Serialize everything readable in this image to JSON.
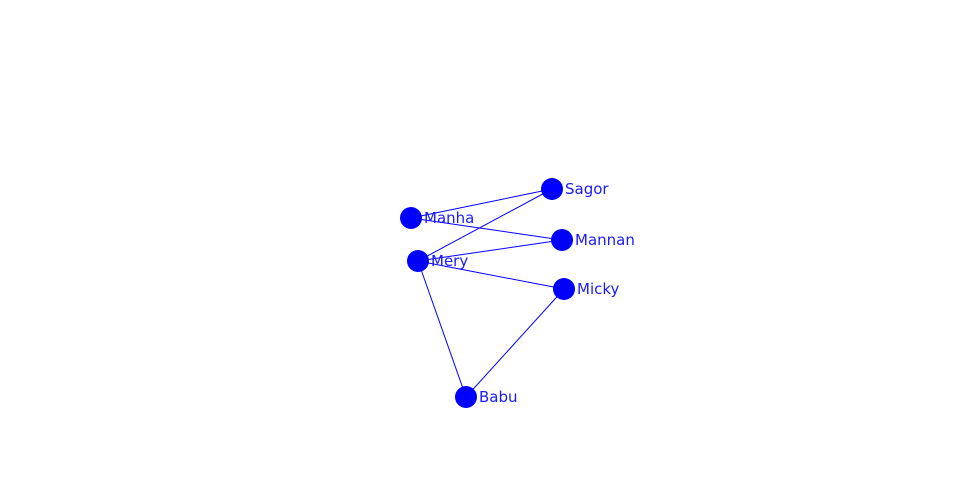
{
  "graph": {
    "color": "#0000ff",
    "label_color": "#1a1aff",
    "nodes": [
      {
        "id": "sagor",
        "label": "Sagor"
      },
      {
        "id": "manha",
        "label": "Manha"
      },
      {
        "id": "mannan",
        "label": "Mannan"
      },
      {
        "id": "mery",
        "label": "Mery"
      },
      {
        "id": "micky",
        "label": "Micky"
      },
      {
        "id": "babu",
        "label": "Babu"
      }
    ],
    "edges": [
      {
        "source": "manha",
        "target": "sagor"
      },
      {
        "source": "manha",
        "target": "mannan"
      },
      {
        "source": "mery",
        "target": "sagor"
      },
      {
        "source": "mery",
        "target": "mannan"
      },
      {
        "source": "mery",
        "target": "micky"
      },
      {
        "source": "mery",
        "target": "babu"
      },
      {
        "source": "babu",
        "target": "micky"
      }
    ]
  }
}
